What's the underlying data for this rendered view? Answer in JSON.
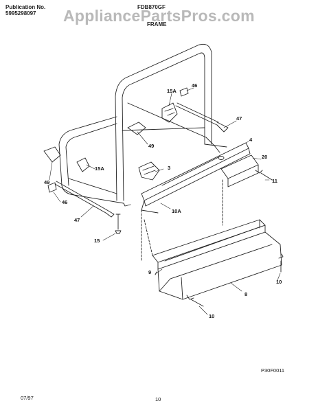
{
  "header": {
    "publication_label": "Publication No.",
    "publication_number": "5995298097",
    "model": "FDB870GF",
    "section": "FRAME"
  },
  "watermark": "AppliancePartsPros.com",
  "diagram": {
    "code": "P30F0011",
    "callouts": [
      "15A",
      "46",
      "47",
      "4",
      "20",
      "49",
      "3",
      "15A",
      "11",
      "49",
      "46",
      "47",
      "10A",
      "15",
      "9",
      "10",
      "8",
      "10"
    ]
  },
  "footer": {
    "date": "07/97",
    "page": "10"
  },
  "colors": {
    "line": "#222222",
    "watermark": "#b9b9b9"
  }
}
